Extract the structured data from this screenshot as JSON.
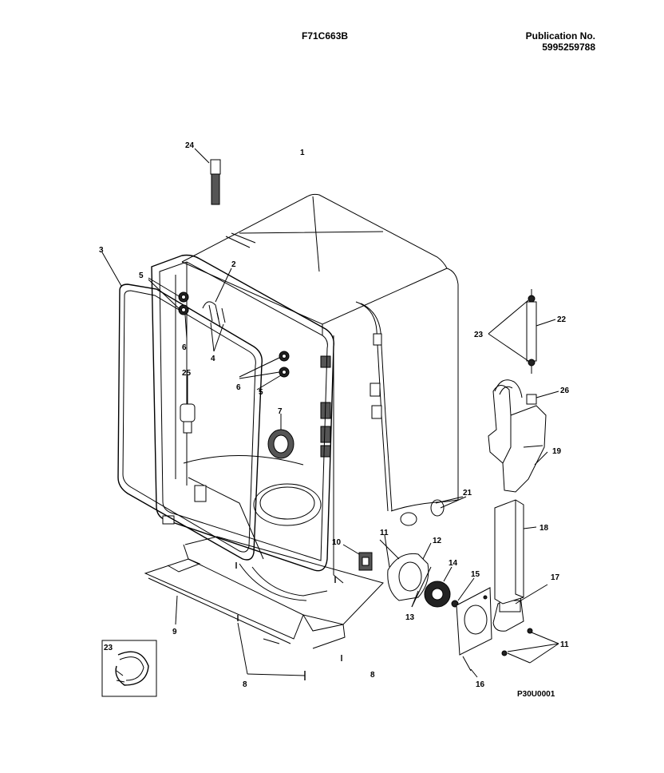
{
  "header": {
    "model_number": "F71C663B",
    "publication_label": "Publication No.",
    "publication_number": "5995259788"
  },
  "figure_code": "P30U0001",
  "callouts": {
    "c1": "1",
    "c2": "2",
    "c3": "3",
    "c4": "4",
    "c5a": "5",
    "c5b": "5",
    "c6a": "6",
    "c6b": "6",
    "c7": "7",
    "c8a": "8",
    "c8b": "8",
    "c9": "9",
    "c10": "10",
    "c11a": "11",
    "c11b": "11",
    "c12": "12",
    "c13": "13",
    "c14": "14",
    "c15": "15",
    "c16": "16",
    "c17": "17",
    "c18": "18",
    "c19": "19",
    "c21": "21",
    "c22": "22",
    "c23a": "23",
    "c23b": "23",
    "c24": "24",
    "c25": "25",
    "c26": "26"
  }
}
